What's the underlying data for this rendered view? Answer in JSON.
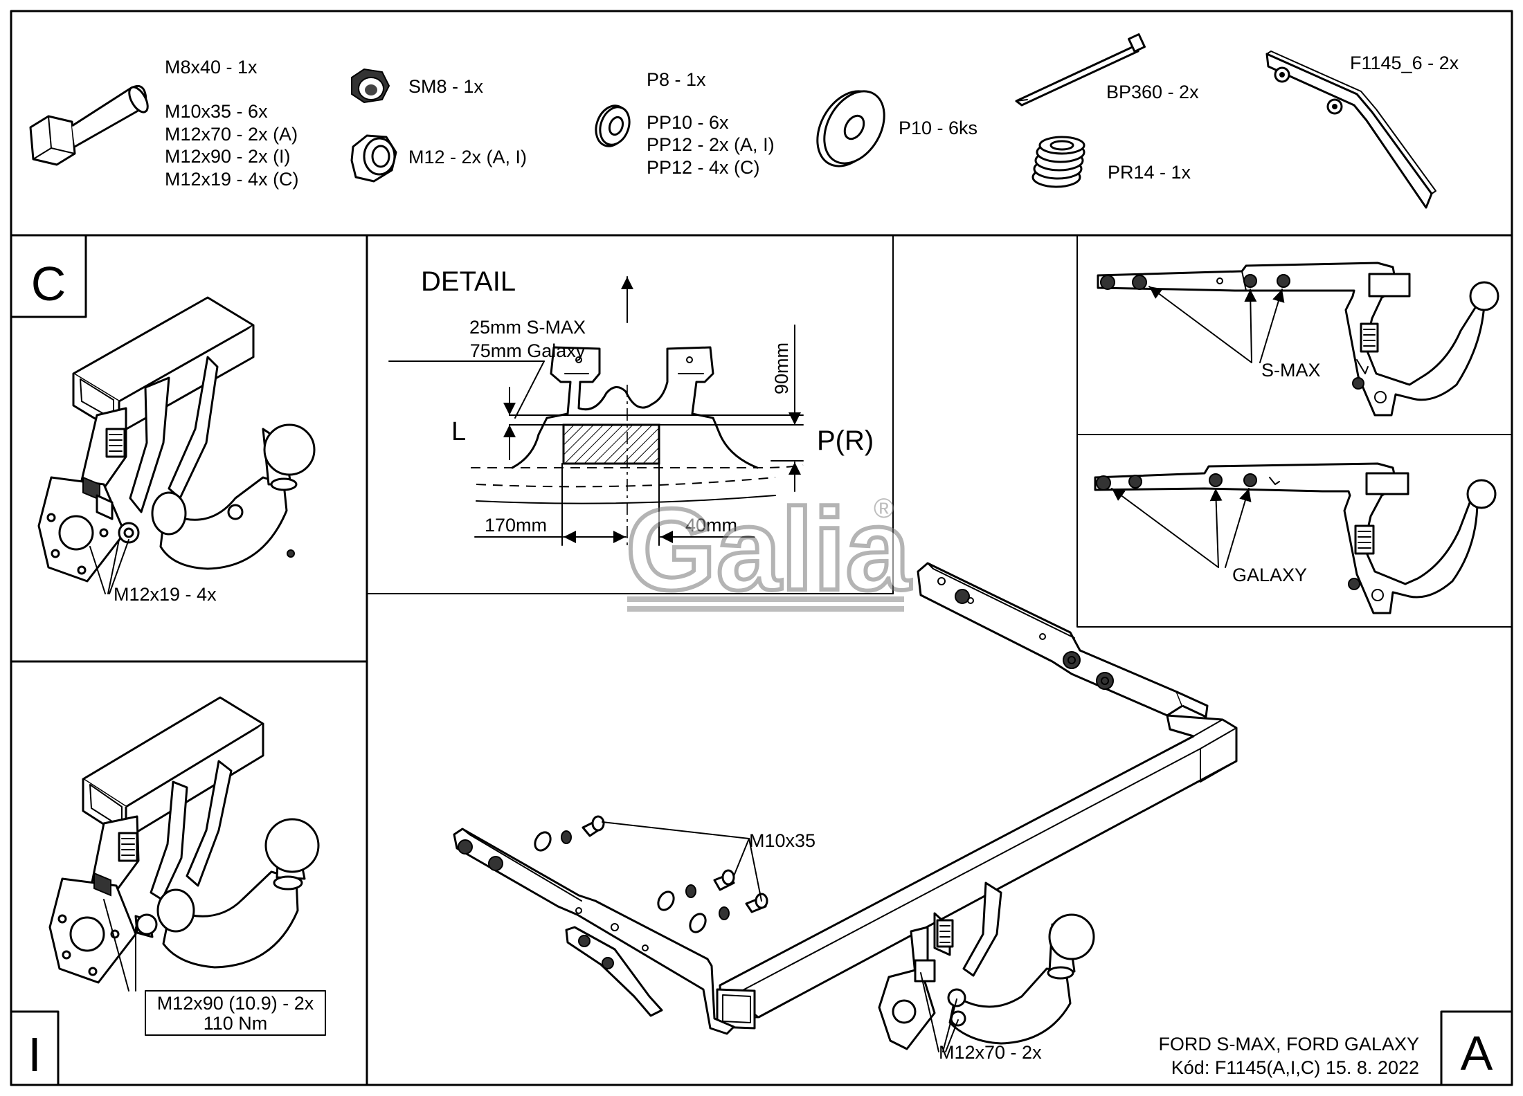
{
  "parts": {
    "bolts": [
      "M8x40 - 1x",
      "M10x35 - 6x",
      "M12x70 - 2x (A)",
      "M12x90 - 2x (I)",
      "M12x19 - 4x (C)"
    ],
    "nut_sm8": "SM8 - 1x",
    "nut_m12": "M12 - 2x (A, I)",
    "washers": [
      "P8 - 1x",
      "PP10 - 6x",
      "PP12 - 2x (A, I)",
      "PP12 - 4x (C)"
    ],
    "washer_p10": "P10 - 6ks",
    "tie": "BP360 - 2x",
    "spring": "PR14 - 1x",
    "bracket": "F1145_6 - 2x"
  },
  "panel_c": {
    "letter": "C",
    "label": "M12x19 - 4x"
  },
  "panel_i": {
    "letter": "I",
    "label_line1": "M12x90 (10.9) - 2x",
    "label_line2": "110 Nm"
  },
  "panel_a": {
    "letter": "A",
    "bolt_label": "M10x35",
    "ball_label": "M12x70 - 2x"
  },
  "detail": {
    "title": "DETAIL",
    "offset_line1": "25mm S-MAX",
    "offset_line2": "75mm Galaxy",
    "height": "90mm",
    "left_marker": "L",
    "right_marker": "P(R)",
    "dim_left": "170mm",
    "dim_right": "40mm"
  },
  "variants": {
    "smax": "S-MAX",
    "galaxy": "GALAXY"
  },
  "brand": {
    "logo": "Galia",
    "registered": "®"
  },
  "footer": {
    "vehicle": "FORD S-MAX, FORD GALAXY",
    "code": "Kód: F1145(A,I,C)  15. 8. 2022"
  }
}
